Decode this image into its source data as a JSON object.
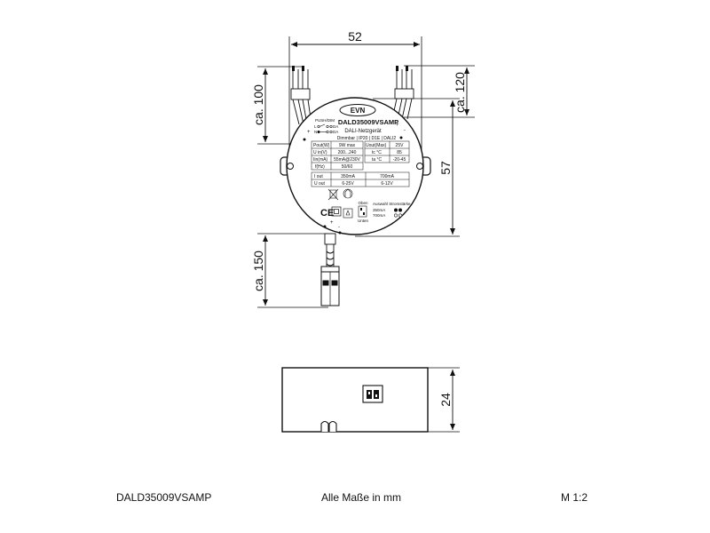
{
  "dimensions": {
    "width_top": "52",
    "lead_top_left": "ca. 100",
    "lead_top_right": "ca. 120",
    "height_side": "57",
    "lead_bottom": "ca. 150",
    "depth_side": "24"
  },
  "label": {
    "brand": "EVN",
    "model": "DALD35009VSAMP",
    "product": "DALI-Netzgerät",
    "features": "Dimmbar | IP20 | D1E | DALI2",
    "push_dim": "PUSH/DIM",
    "wire_l": "L",
    "wire_n": "N",
    "wire_da1": "DA",
    "wire_da2": "DA",
    "plus": "+",
    "minus": "-",
    "pout_label": "Pout(W)",
    "pout_value": "9W max",
    "uout_label": "Uout(Max)",
    "uout_value": "25V",
    "uin_label": "U in(V)",
    "uin_value": "200...240",
    "tc_label": "tc °C",
    "tc_value": "85",
    "iin_label": "Iin(mA)",
    "iin_value": "55mA@230V",
    "ta_label": "ta °C",
    "ta_value": "-20-45",
    "fhz_label": "f(Hz)",
    "fhz_value": "50/60",
    "iout_label": "I out",
    "iout_350": "350mA",
    "iout_700": "700mA",
    "uout2_label": "U out",
    "uout2_350": "6-25V",
    "uout2_700": "6-12V",
    "ce": "CE",
    "oben": "Oben",
    "unten": "Unten",
    "auswahl": "Auswahl Stromstärke",
    "opt350": "350mA",
    "opt700": "700mA"
  },
  "footer": {
    "model": "DALD35009VSAMP",
    "note": "Alle Maße in mm",
    "scale": "M 1:2"
  }
}
